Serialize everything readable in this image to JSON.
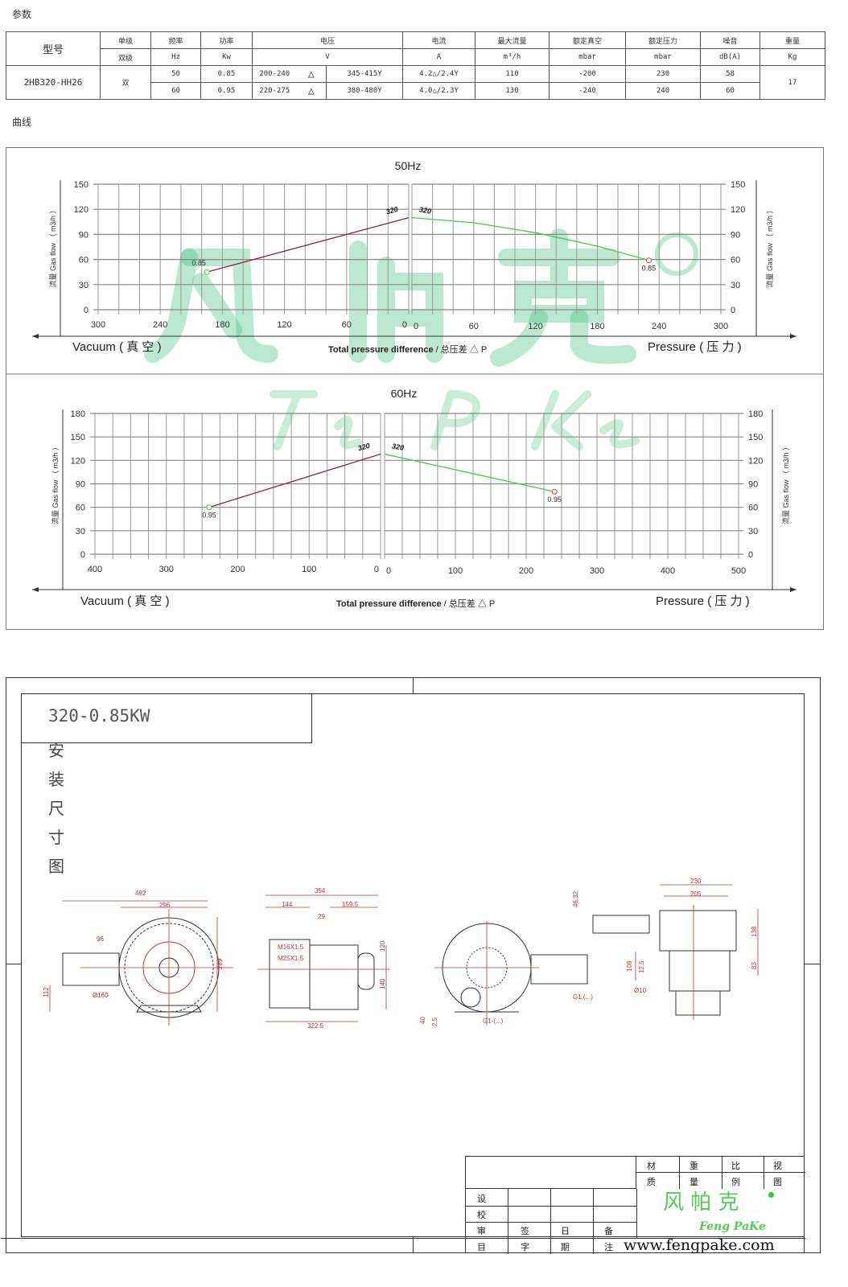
{
  "sections": {
    "params": "参数",
    "curves": "曲线"
  },
  "table": {
    "headers": [
      "型号",
      "单级",
      "频率",
      "功率",
      "电压",
      "电流",
      "最大流量",
      "额定真空",
      "额定压力",
      "噪音",
      "重量"
    ],
    "units": [
      "双级",
      "Hz",
      "Kw",
      "V",
      "A",
      "m³/h",
      "mbar",
      "mbar",
      "dB(A)",
      "Kg"
    ],
    "model": "2HB320-HH26",
    "stage": "双",
    "weight": "17",
    "rows": [
      {
        "hz": "50",
        "kw": "0.85",
        "v1": "200-240",
        "delta": "△",
        "v2": "345-415Y",
        "a": "4.2△/2.4Y",
        "flow": "110",
        "vac": "-200",
        "press": "230",
        "noise": "58"
      },
      {
        "hz": "60",
        "kw": "0.95",
        "v1": "220-275",
        "delta": "△",
        "v2": "380-480Y",
        "a": "4.0△/2.3Y",
        "flow": "130",
        "vac": "-240",
        "press": "240",
        "noise": "60"
      }
    ]
  },
  "chart_labels": {
    "vacuum": "Vacuum ( 真 空 )",
    "pressure": "Pressure ( 压 力 )",
    "xlabel_bold": "Total pressure difference",
    "xlabel_cn": " / 总压差 △ P",
    "ylabel": "流量 Gas flow （ m3/h ）"
  },
  "chart_data": [
    {
      "type": "line",
      "title": "50Hz",
      "ylim": [
        0,
        150
      ],
      "yticks": [
        0,
        30,
        60,
        90,
        120,
        150
      ],
      "vacuum_xlim": [
        300,
        0
      ],
      "vacuum_xticks": [
        300,
        240,
        180,
        120,
        60,
        0
      ],
      "pressure_xlim": [
        0,
        300
      ],
      "pressure_xticks": [
        0,
        60,
        120,
        180,
        240,
        300
      ],
      "series": [
        {
          "name": "320",
          "side": "vacuum",
          "color": "#8b2252",
          "points": [
            [
              0,
              110
            ],
            [
              195,
              45
            ]
          ],
          "end_label": "0.85"
        },
        {
          "name": "320",
          "side": "pressure",
          "color": "#44cc44",
          "points": [
            [
              0,
              110
            ],
            [
              60,
              104
            ],
            [
              120,
              92
            ],
            [
              180,
              76
            ],
            [
              230,
              59
            ]
          ],
          "end_label": "0.85"
        }
      ]
    },
    {
      "type": "line",
      "title": "60Hz",
      "ylim": [
        0,
        180
      ],
      "yticks": [
        0,
        30,
        60,
        90,
        120,
        150,
        180
      ],
      "vacuum_xlim": [
        400,
        0
      ],
      "vacuum_xticks": [
        400,
        300,
        200,
        100,
        0
      ],
      "pressure_xlim": [
        0,
        500
      ],
      "pressure_xticks": [
        0,
        100,
        200,
        300,
        400,
        500
      ],
      "series": [
        {
          "name": "320",
          "side": "vacuum",
          "color": "#8b2252",
          "points": [
            [
              0,
              128
            ],
            [
              240,
              60
            ]
          ],
          "end_label": "0.95"
        },
        {
          "name": "320",
          "side": "pressure",
          "color": "#44cc44",
          "points": [
            [
              0,
              128
            ],
            [
              240,
              80
            ]
          ],
          "end_label": "0.95"
        }
      ]
    }
  ],
  "watermark": {
    "cn": "风 帕 克",
    "en": "FengPaKe",
    "reg": "®"
  },
  "drawing": {
    "title": "320-0.85KW",
    "vertical_label": [
      "安",
      "装",
      "尺",
      "寸",
      "图"
    ],
    "dims": {
      "front": [
        "492",
        "296",
        "96",
        "289",
        "112",
        "Ø160"
      ],
      "side": [
        "354",
        "144",
        "159.5",
        "29",
        "M16X1.5",
        "M25X1.5",
        "120",
        "140",
        "322.5"
      ],
      "back": [
        "40",
        "2.5",
        "G1-(...)",
        "G1.(...)"
      ],
      "top": [
        "230",
        "205",
        "46.32",
        "138",
        "83",
        "108",
        "12.5",
        "Ø10"
      ]
    }
  },
  "title_block": {
    "cells": [
      "材",
      "重",
      "比",
      "视",
      "质",
      "量",
      "例",
      "图"
    ],
    "rows": [
      "设",
      "校",
      "审",
      "目"
    ],
    "cols": [
      "签",
      "日",
      "备"
    ],
    "cols2": [
      "字",
      "期",
      "注"
    ],
    "logo_cn": "风 帕 克",
    "logo_en": "Feng PaKe",
    "url": "www.fengpake.com"
  }
}
